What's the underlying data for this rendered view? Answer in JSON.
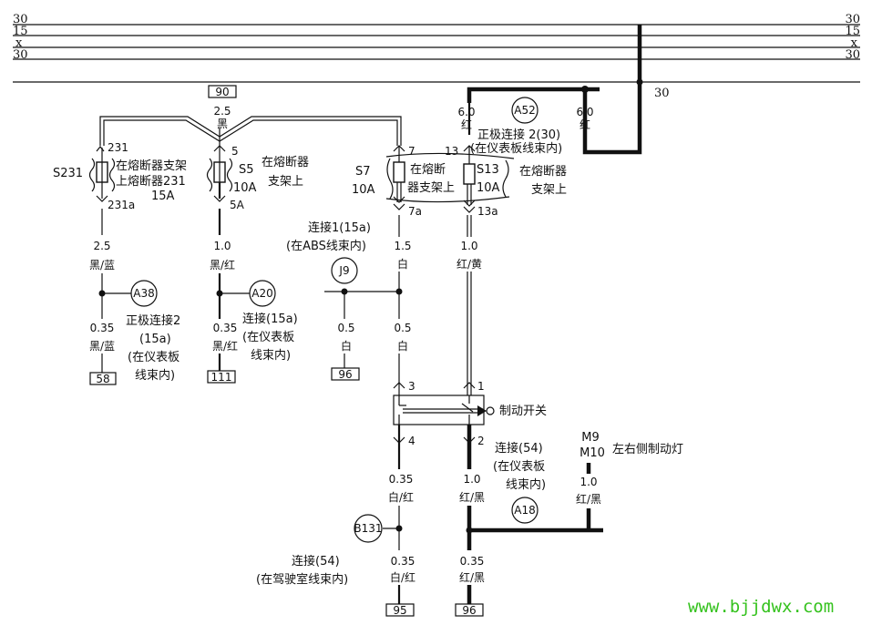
{
  "bus": {
    "rails": [
      {
        "left": "30",
        "right": "30"
      },
      {
        "left": "15",
        "right": "15"
      },
      {
        "left": "x",
        "right": "x"
      },
      {
        "left": "30",
        "right": "30"
      }
    ],
    "tap_label": "30"
  },
  "terminals": {
    "t90": "90",
    "t58": "58",
    "t111": "111",
    "t96a": "96",
    "t95": "95",
    "t96b": "96"
  },
  "fuses": {
    "s231": {
      "name": "S231",
      "rating": "15A",
      "in_pin": "231",
      "out_pin": "231a",
      "location_1": "在熔断器支架",
      "location_2": "上熔断器231"
    },
    "s5": {
      "name": "S5",
      "rating": "10A",
      "in_pin": "5",
      "out_pin": "5A",
      "location_1": "在熔断器",
      "location_2": "支架上"
    },
    "s7": {
      "name": "S7",
      "rating": "10A",
      "in_pin": "7",
      "out_pin": "7a",
      "location_1": "在熔断",
      "location_2": "器支架上"
    },
    "s13": {
      "name": "S13",
      "rating": "10A",
      "in_pin": "13",
      "out_pin": "13a",
      "location_1": "在熔断器",
      "location_2": "支架上"
    }
  },
  "connectors": {
    "a52": {
      "id": "A52",
      "line_1": "正极连接 2(30)",
      "line_2": "(在仪表板线束内)"
    },
    "a38": {
      "id": "A38",
      "line_1": "正极连接2",
      "line_2": "(15a)",
      "line_3": "(在仪表板",
      "line_4": "线束内)"
    },
    "a20": {
      "id": "A20",
      "line_1": "连接(15a)",
      "line_2": "(在仪表板",
      "line_3": "线束内)"
    },
    "j9": {
      "id": "J9",
      "line_1": "连接1(15a)",
      "line_2": "(在ABS线束内)"
    },
    "a18": {
      "id": "A18",
      "line_1": "连接(54)",
      "line_2": "(在仪表板",
      "line_3": "线束内)"
    },
    "b131": {
      "id": "B131",
      "line_1": "连接(54)",
      "line_2": "(在驾驶室线束内)"
    }
  },
  "wires": {
    "w90": {
      "gauge": "2.5",
      "color": "黑"
    },
    "w_a52_left": {
      "gauge": "6.0",
      "color": "红"
    },
    "w_a52_right": {
      "gauge": "6.0",
      "color": "红"
    },
    "w231a": {
      "gauge": "2.5",
      "color": "黑/蓝"
    },
    "w58": {
      "gauge": "0.35",
      "color": "黑/蓝"
    },
    "w5a": {
      "gauge": "1.0",
      "color": "黑/红"
    },
    "w111": {
      "gauge": "0.35",
      "color": "黑/红"
    },
    "w7a": {
      "gauge": "1.5",
      "color": "白"
    },
    "w_j9": {
      "gauge": "0.5",
      "color": "白"
    },
    "w_sw3": {
      "gauge": "0.5",
      "color": "白"
    },
    "w13a": {
      "gauge": "1.0",
      "color": "红/黄"
    },
    "w_sw4": {
      "gauge": "0.35",
      "color": "白/红"
    },
    "w_95": {
      "gauge": "0.35",
      "color": "白/红"
    },
    "w_sw2": {
      "gauge": "1.0",
      "color": "红/黑"
    },
    "w_96b": {
      "gauge": "0.35",
      "color": "红/黑"
    },
    "w_lamp": {
      "gauge": "1.0",
      "color": "红/黑"
    }
  },
  "brake_switch": {
    "label": "制动开关",
    "pin_1": "1",
    "pin_2": "2",
    "pin_3": "3",
    "pin_4": "4"
  },
  "brake_lamp": {
    "ref_1": "M9",
    "ref_2": "M10",
    "label": "左右侧制动灯"
  },
  "watermark": "www.bjjdwx.com",
  "colors": {
    "line": "#111111",
    "watermark": "#35c21e"
  }
}
